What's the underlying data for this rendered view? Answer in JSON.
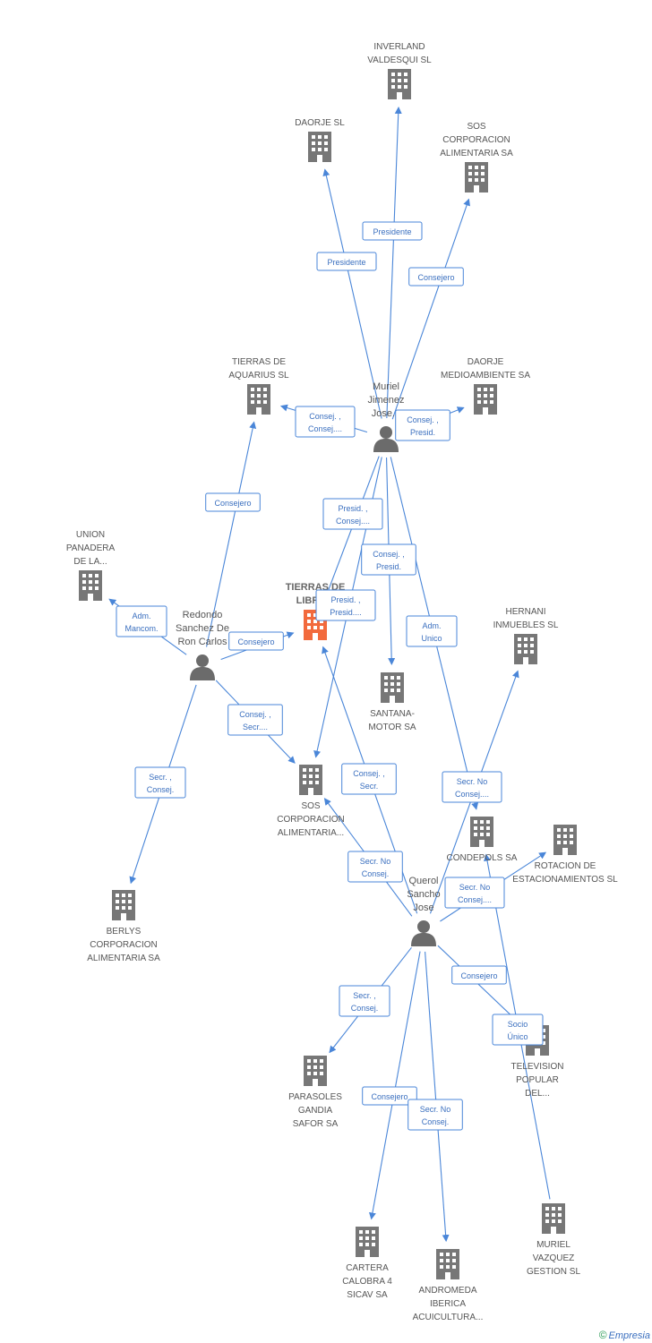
{
  "colors": {
    "edge": "#4a86d8",
    "building": "#777777",
    "building_main": "#f26a3d",
    "person": "#6b6b6b"
  },
  "brand": {
    "symbol": "©",
    "name": "Empresia"
  },
  "nodes": [
    {
      "id": "tierras_libra",
      "type": "company",
      "main": true,
      "lines": [
        "TIERRAS DE",
        "LIBRA..."
      ]
    },
    {
      "id": "muriel",
      "type": "person",
      "lines": [
        "Muriel",
        "Jimenez",
        "Jose..."
      ]
    },
    {
      "id": "redondo",
      "type": "person",
      "lines": [
        "Redondo",
        "Sanchez De",
        "Ron Carlos"
      ]
    },
    {
      "id": "querol",
      "type": "person",
      "lines": [
        "Querol",
        "Sancho",
        "Jose"
      ]
    },
    {
      "id": "inverland",
      "type": "company",
      "lines": [
        "INVERLAND",
        "VALDESQUI SL"
      ]
    },
    {
      "id": "daorje",
      "type": "company",
      "lines": [
        "DAORJE SL"
      ]
    },
    {
      "id": "sos1",
      "type": "company",
      "lines": [
        "SOS",
        "CORPORACION",
        "ALIMENTARIA SA"
      ]
    },
    {
      "id": "aquarius",
      "type": "company",
      "lines": [
        "TIERRAS DE",
        "AQUARIUS SL"
      ]
    },
    {
      "id": "daorje_med",
      "type": "company",
      "lines": [
        "DAORJE",
        "MEDIOAMBIENTE SA"
      ]
    },
    {
      "id": "union",
      "type": "company",
      "lines": [
        "UNION",
        "PANADERA",
        "DE LA..."
      ]
    },
    {
      "id": "hernani",
      "type": "company",
      "lines": [
        "HERNANI",
        "INMUEBLES SL"
      ]
    },
    {
      "id": "santana",
      "type": "company",
      "lines": [
        "SANTANA-",
        "MOTOR SA"
      ]
    },
    {
      "id": "sos2",
      "type": "company",
      "lines": [
        "SOS",
        "CORPORACION",
        "ALIMENTARIA..."
      ]
    },
    {
      "id": "condepols",
      "type": "company",
      "lines": [
        "CONDEPOLS SA"
      ]
    },
    {
      "id": "rotacion",
      "type": "company",
      "lines": [
        "ROTACION DE",
        "ESTACIONAMIENTOS SL"
      ]
    },
    {
      "id": "berlys",
      "type": "company",
      "lines": [
        "BERLYS",
        "CORPORACION",
        "ALIMENTARIA SA"
      ]
    },
    {
      "id": "parasoles",
      "type": "company",
      "lines": [
        "PARASOLES",
        "GANDIA",
        "SAFOR SA"
      ]
    },
    {
      "id": "television",
      "type": "company",
      "lines": [
        "TELEVISION",
        "POPULAR",
        "DEL..."
      ]
    },
    {
      "id": "cartera",
      "type": "company",
      "lines": [
        "CARTERA",
        "CALOBRA 4",
        "SICAV SA"
      ]
    },
    {
      "id": "andromeda",
      "type": "company",
      "lines": [
        "ANDROMEDA",
        "IBERICA",
        "ACUICULTURA..."
      ]
    },
    {
      "id": "muriel_vazquez",
      "type": "company",
      "lines": [
        "MURIEL",
        "VAZQUEZ",
        "GESTION  SL"
      ]
    }
  ],
  "edges": [
    {
      "from": "muriel",
      "to": "inverland",
      "lines": [
        "Presidente"
      ]
    },
    {
      "from": "muriel",
      "to": "daorje",
      "lines": [
        "Presidente"
      ]
    },
    {
      "from": "muriel",
      "to": "sos1",
      "lines": [
        "Consejero"
      ]
    },
    {
      "from": "muriel",
      "to": "aquarius",
      "lines": [
        "Consej. ,",
        "Consej...."
      ]
    },
    {
      "from": "muriel",
      "to": "daorje_med",
      "lines": [
        "Consej. ,",
        "Presid."
      ]
    },
    {
      "from": "muriel",
      "to": "tierras_libra",
      "lines": [
        "Presid. ,",
        "Consej...."
      ]
    },
    {
      "from": "muriel",
      "to": "santana",
      "lines": [
        "Consej. ,",
        "Presid."
      ]
    },
    {
      "from": "muriel",
      "to": "sos2",
      "lines": [
        "Presid. ,",
        "Presid...."
      ]
    },
    {
      "from": "muriel",
      "to": "condepols",
      "lines": [
        "Adm.",
        "Unico"
      ]
    },
    {
      "from": "redondo",
      "to": "aquarius",
      "lines": [
        "Consejero"
      ]
    },
    {
      "from": "redondo",
      "to": "union",
      "lines": [
        "Adm.",
        "Mancom."
      ]
    },
    {
      "from": "redondo",
      "to": "tierras_libra",
      "lines": [
        "Consejero"
      ]
    },
    {
      "from": "redondo",
      "to": "sos2",
      "lines": [
        "Consej. ,",
        "Secr...."
      ]
    },
    {
      "from": "redondo",
      "to": "berlys",
      "lines": [
        "Secr. ,",
        "Consej."
      ]
    },
    {
      "from": "querol",
      "to": "tierras_libra",
      "lines": [
        "Consej. ,",
        "Secr."
      ]
    },
    {
      "from": "querol",
      "to": "sos2",
      "lines": [
        "Secr.  No",
        "Consej."
      ]
    },
    {
      "from": "querol",
      "to": "hernani",
      "lines": [
        "Secr.  No",
        "Consej...."
      ]
    },
    {
      "from": "querol",
      "to": "rotacion",
      "lines": [
        "Secr.  No",
        "Consej...."
      ]
    },
    {
      "from": "querol",
      "to": "parasoles",
      "lines": [
        "Secr. ,",
        "Consej."
      ]
    },
    {
      "from": "querol",
      "to": "television",
      "lines": [
        "Consejero"
      ]
    },
    {
      "from": "querol",
      "to": "cartera",
      "lines": [
        "Consejero"
      ]
    },
    {
      "from": "querol",
      "to": "andromeda",
      "lines": [
        "Secr.  No",
        "Consej."
      ]
    },
    {
      "from": "muriel_vazquez",
      "to": "condepols",
      "lines": [
        "Socio",
        "Único"
      ]
    }
  ]
}
